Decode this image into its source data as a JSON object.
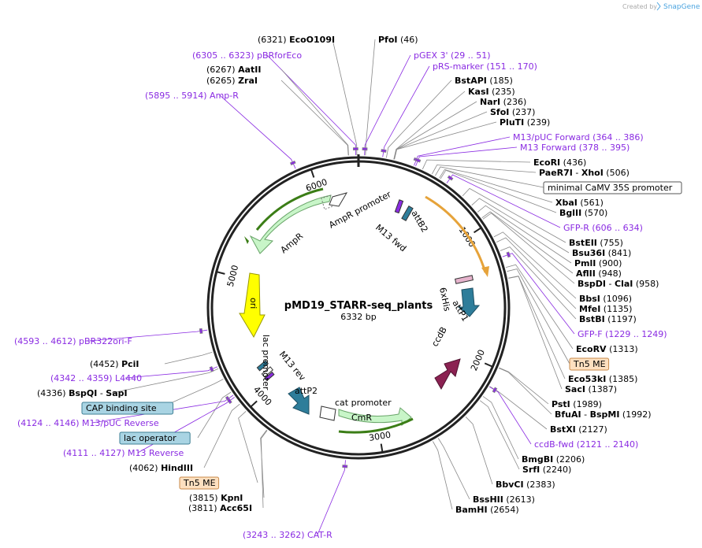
{
  "brand": {
    "created_by": "Created by",
    "name": "SnapGene"
  },
  "plasmid": {
    "name": "pMD19_STARR-seq_plants",
    "length": "6332 bp"
  },
  "tick_labels": [
    "1000",
    "2000",
    "3000",
    "4000",
    "5000",
    "6000"
  ],
  "features": [
    {
      "name": "AmpR"
    },
    {
      "name": "AmpR promoter"
    },
    {
      "name": "ori"
    },
    {
      "name": "lac promoter"
    },
    {
      "name": "M13 rev"
    },
    {
      "name": "attP2"
    },
    {
      "name": "cat promoter"
    },
    {
      "name": "CmR"
    },
    {
      "name": "ccdB"
    },
    {
      "name": "attP1"
    },
    {
      "name": "6xHis"
    },
    {
      "name": "attB2"
    },
    {
      "name": "M13 fwd"
    }
  ],
  "colors": {
    "enzyme": "#000000",
    "primer": "#8a2be2",
    "leader": "#888888",
    "backbone": "#222222"
  },
  "labels": [
    {
      "kind": "enzyme",
      "pos": "(6321)",
      "name": "EcoO109I"
    },
    {
      "kind": "enzyme",
      "name": "PfoI",
      "pos": "(46)"
    },
    {
      "kind": "primer",
      "text": "(6305 .. 6323)  pBRforEco"
    },
    {
      "kind": "primer",
      "text": "pGEX 3'    (29 .. 51)"
    },
    {
      "kind": "primer",
      "text": "pRS-marker    (151 .. 170)"
    },
    {
      "kind": "enzyme",
      "pos": "(6267)",
      "name": "AatII"
    },
    {
      "kind": "enzyme",
      "pos": "(6265)",
      "name": "ZraI"
    },
    {
      "kind": "enzyme",
      "name": "BstAPI",
      "pos": "(185)"
    },
    {
      "kind": "enzyme",
      "name": "KasI",
      "pos": "(235)"
    },
    {
      "kind": "enzyme",
      "name": "NarI",
      "pos": "(236)"
    },
    {
      "kind": "enzyme",
      "name": "SfoI",
      "pos": "(237)"
    },
    {
      "kind": "enzyme",
      "name": "PluTI",
      "pos": "(239)"
    },
    {
      "kind": "primer",
      "text": "(5895 .. 5914)  Amp-R"
    },
    {
      "kind": "primer",
      "text": "M13/pUC Forward    (364 .. 386)"
    },
    {
      "kind": "primer",
      "text": "M13 Forward    (378 .. 395)"
    },
    {
      "kind": "enzyme",
      "name": "EcoRI",
      "pos": "(436)"
    },
    {
      "kind": "enzyme",
      "name": "PaeR7I",
      "name2": "XhoI",
      "pos": "(506)"
    },
    {
      "kind": "feature-box",
      "text": "minimal CaMV 35S promoter"
    },
    {
      "kind": "enzyme",
      "name": "XbaI",
      "pos": "(561)"
    },
    {
      "kind": "enzyme",
      "name": "BglII",
      "pos": "(570)"
    },
    {
      "kind": "primer",
      "text": "GFP-R    (606 .. 634)"
    },
    {
      "kind": "enzyme",
      "name": "BstEII",
      "pos": "(755)"
    },
    {
      "kind": "enzyme",
      "name": "Bsu36I",
      "pos": "(841)"
    },
    {
      "kind": "enzyme",
      "name": "PmlI",
      "pos": "(900)"
    },
    {
      "kind": "enzyme",
      "name": "AflII",
      "pos": "(948)"
    },
    {
      "kind": "enzyme",
      "name": "BspDI",
      "name2": "ClaI",
      "pos": "(958)"
    },
    {
      "kind": "enzyme",
      "name": "BbsI",
      "pos": "(1096)"
    },
    {
      "kind": "enzyme",
      "name": "MfeI",
      "pos": "(1135)"
    },
    {
      "kind": "enzyme",
      "name": "BstBI",
      "pos": "(1197)"
    },
    {
      "kind": "primer",
      "text": "GFP-F    (1229 .. 1249)"
    },
    {
      "kind": "enzyme",
      "name": "EcoRV",
      "pos": "(1313)"
    },
    {
      "kind": "tn5-box",
      "text": "Tn5 ME"
    },
    {
      "kind": "enzyme",
      "name": "Eco53kI",
      "pos": "(1385)"
    },
    {
      "kind": "enzyme",
      "name": "SacI",
      "pos": "(1387)"
    },
    {
      "kind": "enzyme",
      "pos": "(4452)",
      "name": "PciI"
    },
    {
      "kind": "primer",
      "text": "(4593 .. 4612)  pBR322ori-F"
    },
    {
      "kind": "primer",
      "text": "(4342 .. 4359)  L4440"
    },
    {
      "kind": "enzyme",
      "pos": "(4336)",
      "name": "BspQI",
      "name2": "SapI"
    },
    {
      "kind": "cap-box",
      "text": "CAP binding site"
    },
    {
      "kind": "primer",
      "text": "(4124 .. 4146)  M13/pUC Reverse"
    },
    {
      "kind": "cap-box",
      "text": "lac operator"
    },
    {
      "kind": "primer",
      "text": "(4111 .. 4127)  M13 Reverse"
    },
    {
      "kind": "enzyme",
      "pos": "(4062)",
      "name": "HindIII"
    },
    {
      "kind": "tn5-box",
      "text": "Tn5 ME"
    },
    {
      "kind": "enzyme",
      "pos": "(3815)",
      "name": "KpnI"
    },
    {
      "kind": "enzyme",
      "pos": "(3811)",
      "name": "Acc65I"
    },
    {
      "kind": "primer",
      "text": "(3243 .. 3262)  CAT-R"
    },
    {
      "kind": "enzyme",
      "name": "PstI",
      "pos": "(1989)"
    },
    {
      "kind": "enzyme",
      "name": "BfuAI",
      "name2": "BspMI",
      "pos": "(1992)"
    },
    {
      "kind": "enzyme",
      "name": "BstXI",
      "pos": "(2127)"
    },
    {
      "kind": "primer",
      "text": "ccdB-fwd    (2121 .. 2140)"
    },
    {
      "kind": "enzyme",
      "name": "BmgBI",
      "pos": "(2206)"
    },
    {
      "kind": "enzyme",
      "name": "SrfI",
      "pos": "(2240)"
    },
    {
      "kind": "enzyme",
      "name": "BbvCI",
      "pos": "(2383)"
    },
    {
      "kind": "enzyme",
      "name": "BssHII",
      "pos": "(2613)"
    },
    {
      "kind": "enzyme",
      "name": "BamHI",
      "pos": "(2654)"
    }
  ]
}
